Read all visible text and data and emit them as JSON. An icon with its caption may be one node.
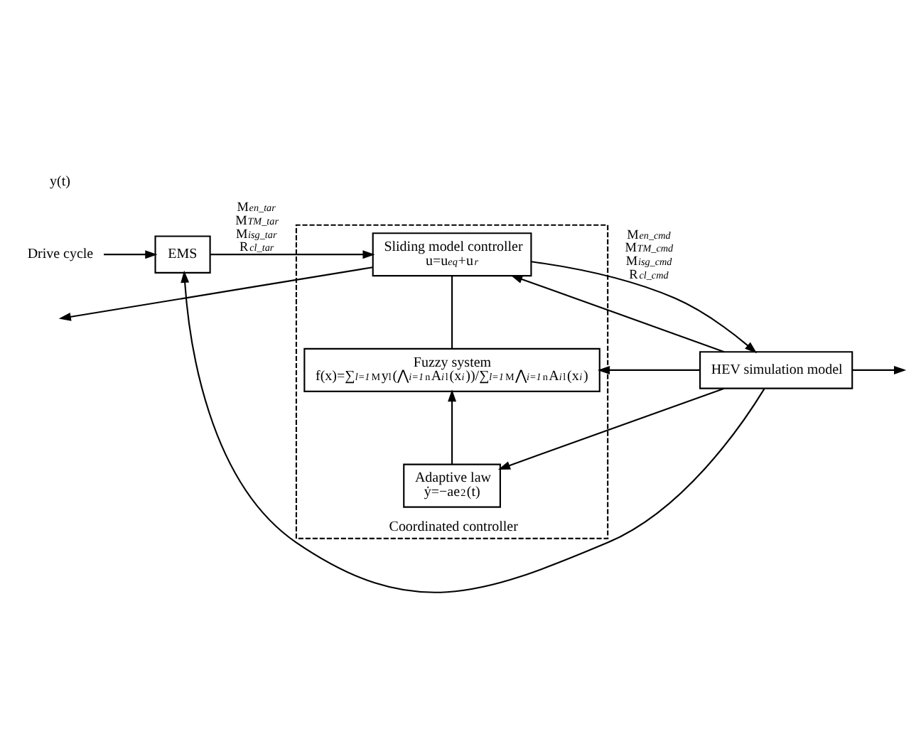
{
  "diagram": {
    "nodes": [
      {
        "text": [
          "Coordinated controller"
        ]
      },
      {
        "text": [
          "EMS"
        ]
      },
      {
        "text": [
          "Sliding model controller",
          "u=u$_{eq}$+u$_{r}$"
        ],
        "in": 0
      },
      {
        "text": [
          "HEV simulation model"
        ]
      },
      {
        "text": [
          "Fuzzy system",
          "f(x)=∑$_{l=1}$$^{M}$y$^{l}$(⋀$_{i=1}$$^{n}$A$_{i}$$^{l}$(x$_{i}$))/∑$_{l=1}$$^{M}$⋀$_{i=1}$$^{n}$A$_{i}$$^{l}$(x$_{i}$)"
        ],
        "in": 0
      },
      {
        "text": [
          "Adaptive law",
          "ẏ=−ae$^{2}$(t)"
        ],
        "in": 0
      },
      {
        "text": [
          "Drive cycle"
        ]
      }
    ],
    "edges": [
      {
        "from": 6,
        "to": 1,
        "arrow": "to"
      },
      {
        "from": 1,
        "to": 2,
        "arrow": "to",
        "label": "M$_{en_tar}$ M$_{TM_tar}$ M$_{isg_tar}$ R$_{cl_tar}$"
      },
      {
        "from": 2,
        "to": 3,
        "arrow": "to",
        "label": "M$_{en_cmd}$ M$_{TM_cmd}$ M$_{isg_cmd}$ R$_{cl_cmd}$"
      },
      {
        "from": 2,
        "to": null,
        "arrow": "to"
      },
      {
        "from": 3,
        "to": null,
        "arrow": "to"
      },
      {
        "from": 3,
        "to": 1,
        "arrow": "to"
      },
      {
        "from": 3,
        "to": 2,
        "arrow": "to"
      },
      {
        "from": 3,
        "to": 4,
        "arrow": "to"
      },
      {
        "from": 3,
        "to": 5,
        "arrow": "to"
      },
      {
        "from": 4,
        "to": 2,
        "arrow": "none"
      },
      {
        "from": 5,
        "to": 4,
        "arrow": "to"
      }
    ],
    "labels": [
      "y(t)"
    ]
  }
}
